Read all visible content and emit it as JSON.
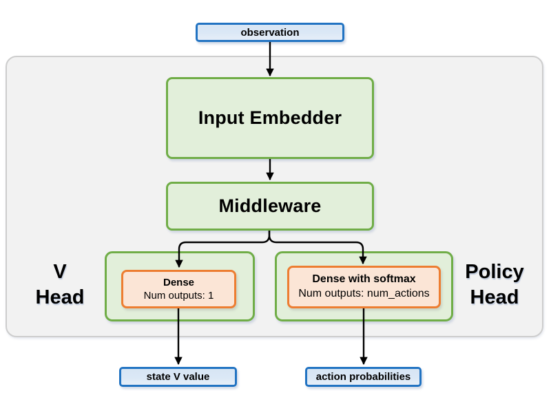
{
  "nodes": {
    "observation": {
      "label": "observation"
    },
    "input_embedder": {
      "label": "Input Embedder"
    },
    "middleware": {
      "label": "Middleware"
    },
    "v_head": {
      "line1": "V",
      "line2": "Head"
    },
    "v_head_dense": {
      "title": "Dense",
      "subtitle": "Num outputs: 1"
    },
    "policy_head": {
      "line1": "Policy",
      "line2": "Head"
    },
    "policy_head_dense": {
      "title": "Dense with softmax",
      "subtitle": "Num outputs: num_actions"
    },
    "state_v_value": {
      "label": "state V value"
    },
    "action_probabilities": {
      "label": "action probabilities"
    }
  },
  "colors": {
    "container_fill": "#f2f2f2",
    "container_border": "#cdcdcd",
    "green_fill": "#e2efda",
    "green_border": "#70ad47",
    "orange_fill": "#fbe5d6",
    "orange_border": "#ed7d31",
    "blue_fill": "#dbe8f6",
    "blue_border": "#2173c2",
    "arrow": "#000000"
  }
}
